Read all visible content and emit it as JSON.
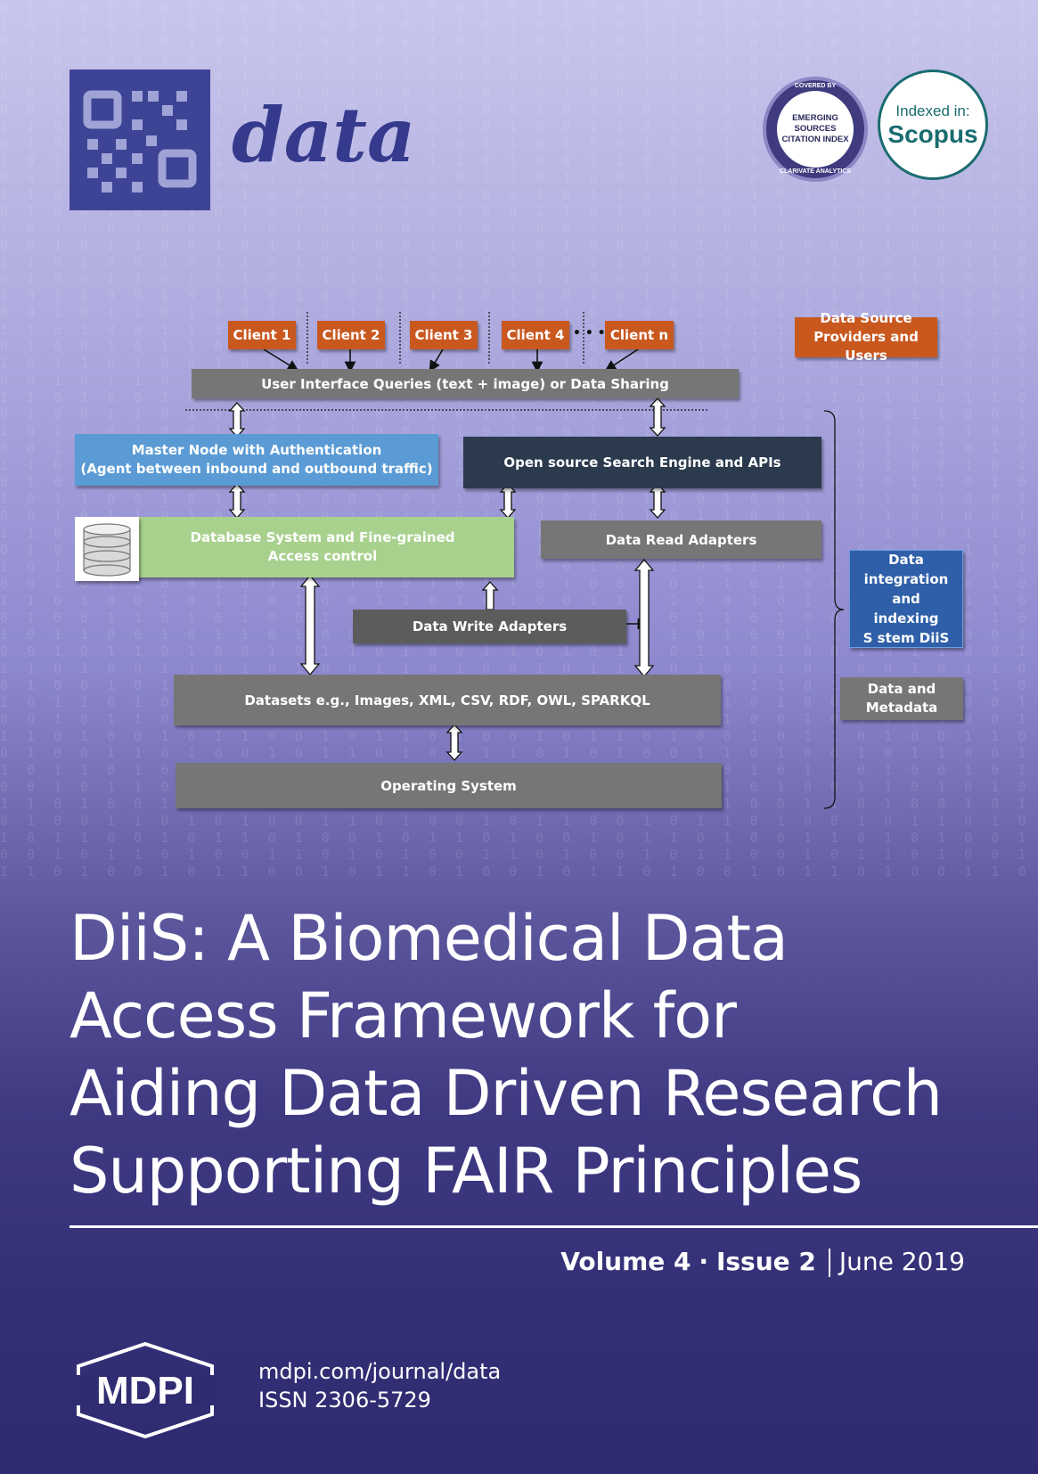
{
  "journal": {
    "name": "data"
  },
  "badges": {
    "esci": {
      "top": "COVERED BY",
      "line1": "EMERGING",
      "line2": "SOURCES",
      "line3": "CITATION INDEX",
      "bottom": "CLARIVATE ANALYTICS"
    },
    "scopus": {
      "line1": "Indexed in:",
      "line2": "Scopus"
    }
  },
  "diagram": {
    "clients": [
      "Client 1",
      "Client 2",
      "Client 3",
      "Client 4",
      "Client n"
    ],
    "ellipsis": "• • •",
    "data_source": "Data Source Providers and Users",
    "ui_queries": "User Interface Queries (text + image) or Data Sharing",
    "master_node": {
      "line1": "Master Node with Authentication",
      "line2": "(Agent between inbound and outbound traffic)"
    },
    "search_engine": "Open source Search Engine and APIs",
    "database": {
      "line1": "Database System and Fine-grained",
      "line2": "Access control"
    },
    "read_adapters": "Data Read Adapters",
    "write_adapters": "Data Write Adapters",
    "datasets": "Datasets e.g.,  Images, XML, CSV, RDF, OWL, SPARKQL",
    "os": "Operating System",
    "diis": {
      "line1": "Data",
      "line2": "integration",
      "line3": "and",
      "line4": "indexing",
      "line5": "S stem  DiiS"
    },
    "metadata": {
      "line1": "Data and",
      "line2": "Metadata"
    }
  },
  "article": {
    "title_lines": [
      "DiiS: A Biomedical Data",
      "Access Framework for",
      "Aiding Data Driven Research",
      "Supporting FAIR Principles"
    ]
  },
  "issue": {
    "volume": "Volume 4",
    "dot": "·",
    "issue": "Issue 2",
    "date": "June 2019"
  },
  "publisher": {
    "name": "MDPI",
    "url": "mdpi.com/journal/data",
    "issn": "ISSN 2306-5729"
  },
  "colors": {
    "journal_blue": "#3d4496",
    "orange": "#c9581f",
    "gray": "#767676",
    "green": "#a9d18e",
    "light_blue": "#5b9bd5",
    "navy": "#2b3a4d",
    "royal_blue": "#2e5fa8",
    "scopus_teal": "#1a6c70"
  }
}
